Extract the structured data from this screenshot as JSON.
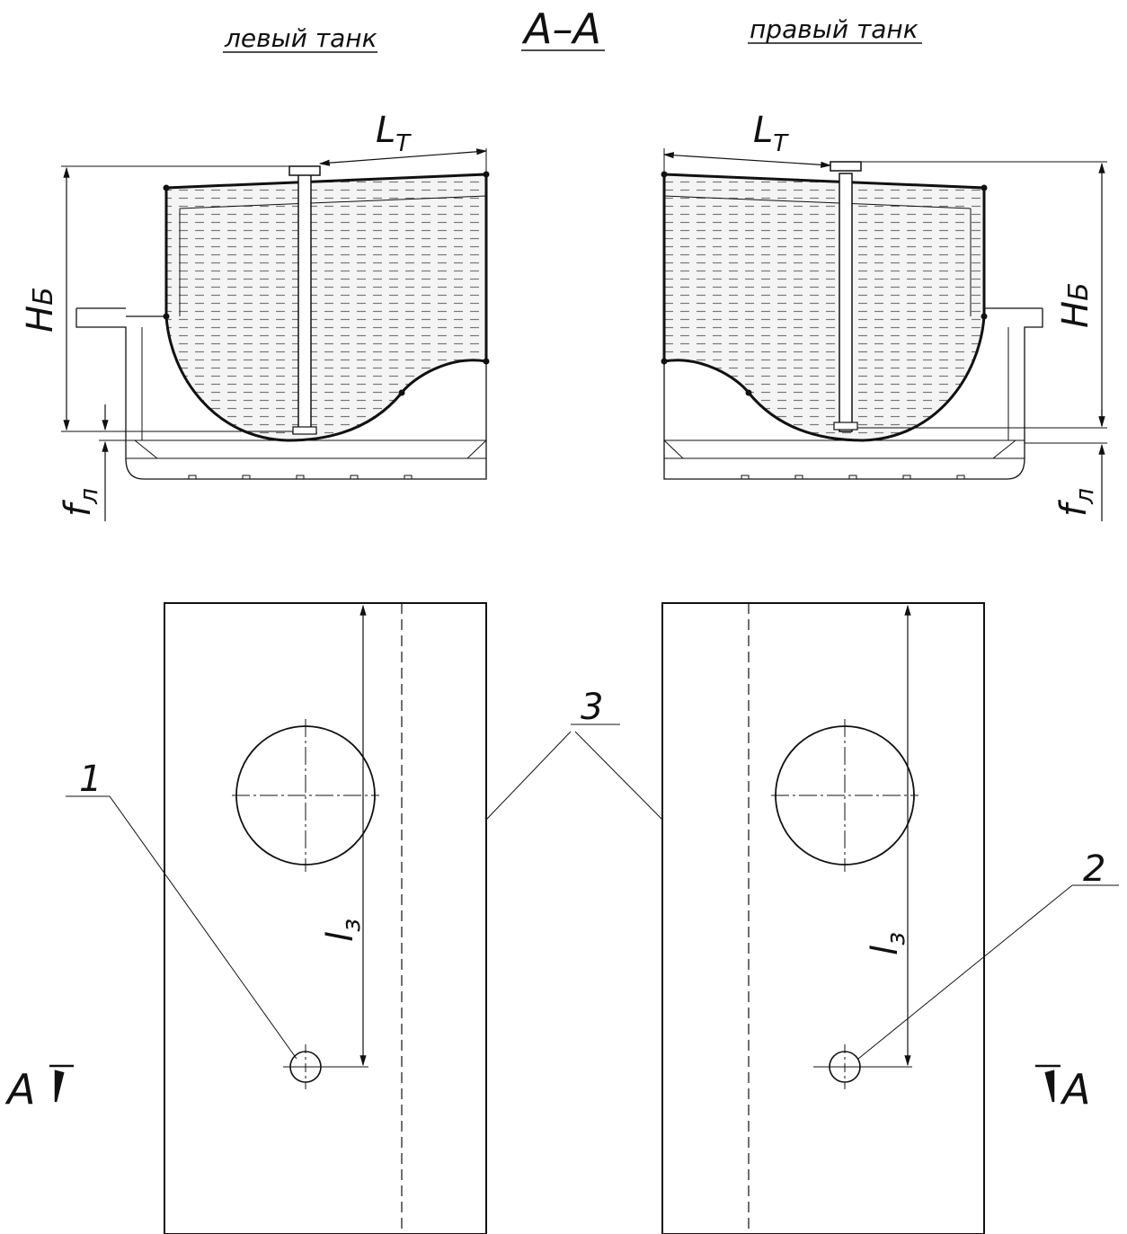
{
  "drawing": {
    "section_title": "A–A",
    "left_tank_label": "левый танк",
    "right_tank_label": "правый танк",
    "dimensions": {
      "lt_left": "L",
      "lt_left_sub": "T",
      "lt_right": "L",
      "lt_right_sub": "T",
      "hb_left": "H",
      "hb_left_sub": "Б",
      "hb_right": "H",
      "hb_right_sub": "Б",
      "fl_left": "f",
      "fl_left_sub": "л",
      "fl_right": "f",
      "fl_right_sub": "л",
      "l3_left": "l",
      "l3_left_sub": "з",
      "l3_right": "l",
      "l3_right_sub": "з"
    },
    "callouts": {
      "one": "1",
      "two": "2",
      "three": "3"
    },
    "section_marks": {
      "left": "A",
      "right": "A"
    }
  }
}
